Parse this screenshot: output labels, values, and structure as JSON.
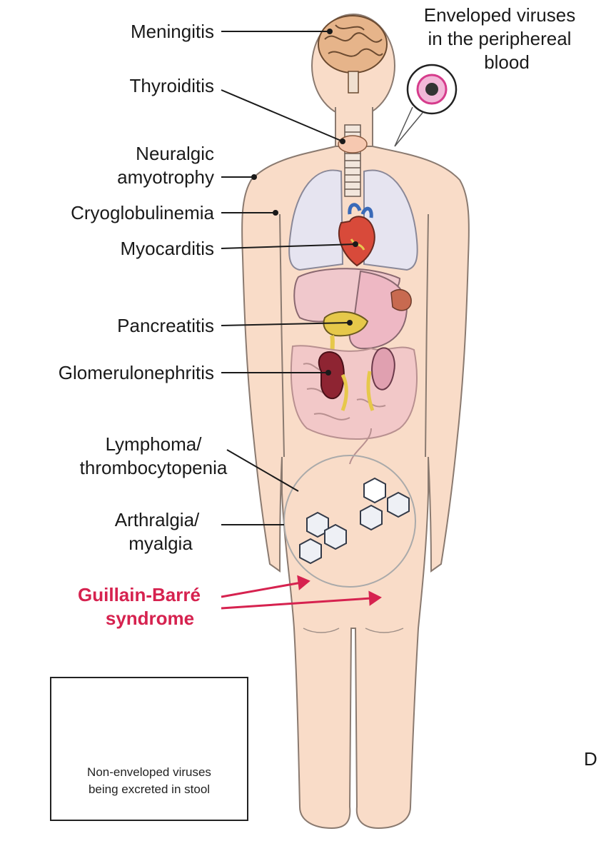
{
  "labels": {
    "meningitis": "Meningitis",
    "thyroiditis": "Thyroiditis",
    "neuralgic_1": "Neuralgic",
    "neuralgic_2": "amyotrophy",
    "cryoglobulinemia": "Cryoglobulinemia",
    "myocarditis": "Myocarditis",
    "pancreatitis": "Pancreatitis",
    "glomerulonephritis": "Glomerulonephritis",
    "lymphoma_1": "Lymphoma/",
    "lymphoma_2": "thrombocytopenia",
    "arthralgia_1": "Arthralgia/",
    "arthralgia_2": "myalgia",
    "gbs_1": "Guillain-Barré",
    "gbs_2": "syndrome"
  },
  "enveloped": {
    "line1": "Enveloped viruses",
    "line2": "in the periphereal",
    "line3": "blood"
  },
  "legend": {
    "line1": "Non-enveloped viruses",
    "line2": "being excreted in stool"
  },
  "edge_letter": "D",
  "colors": {
    "skin": "#f9dcc8",
    "skin_outline": "#8a7a70",
    "lungs": "#e6e4f0",
    "liver": "#f0c8cc",
    "kidney": "#8e2432",
    "pancreas": "#e6c84a",
    "intestines": "#f2c8c8",
    "accent_red": "#d6224f",
    "virus_enveloped": "#d63c8c"
  }
}
